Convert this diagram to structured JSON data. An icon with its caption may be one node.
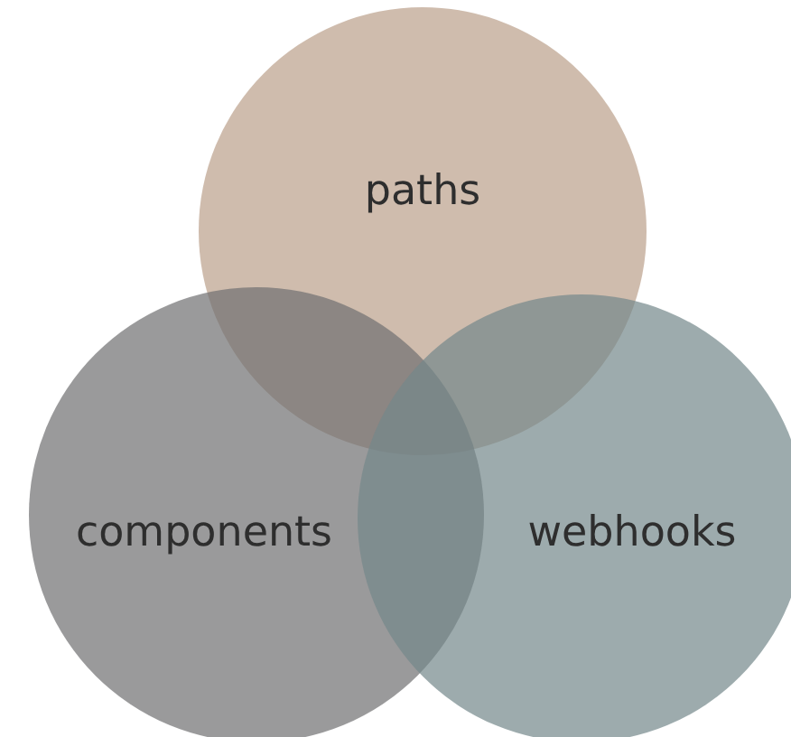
{
  "diagram": {
    "nodes": [
      {
        "text": [
          "paths"
        ]
      },
      {
        "text": [
          "components"
        ]
      },
      {
        "text": [
          "webhooks"
        ]
      }
    ]
  }
}
